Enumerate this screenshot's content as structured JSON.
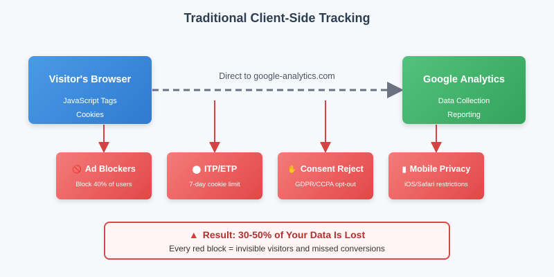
{
  "title": "Traditional Client-Side Tracking",
  "flow_label": "Direct to google-analytics.com",
  "browser": {
    "name": "Visitor's Browser",
    "lines": [
      "JavaScript Tags",
      "Cookies"
    ]
  },
  "analytics": {
    "name": "Google Analytics",
    "lines": [
      "Data Collection",
      "Reporting"
    ]
  },
  "blockers": [
    {
      "icon": "no-entry-icon",
      "glyph": "🚫",
      "title": "Ad Blockers",
      "subtitle": "Block 40% of users"
    },
    {
      "icon": "cookie-icon",
      "glyph": "⬤",
      "title": "ITP/ETP",
      "subtitle": "7-day cookie limit"
    },
    {
      "icon": "hand-icon",
      "glyph": "✋",
      "title": "Consent Reject",
      "subtitle": "GDPR/CCPA opt-out"
    },
    {
      "icon": "phone-icon",
      "glyph": "▮",
      "title": "Mobile Privacy",
      "subtitle": "iOS/Safari restrictions"
    }
  ],
  "result": {
    "icon": "warning-icon",
    "glyph": "▲",
    "title": "Result: 30-50% of Your Data Is Lost",
    "subtitle": "Every red block = invisible visitors and missed conversions"
  },
  "colors": {
    "browser": "#3a8ddb",
    "analytics": "#43b36c",
    "blocker": "#ec5f5f",
    "connector": "#d04444",
    "flow_line": "#6b7280",
    "result_border": "#d44a4a"
  }
}
